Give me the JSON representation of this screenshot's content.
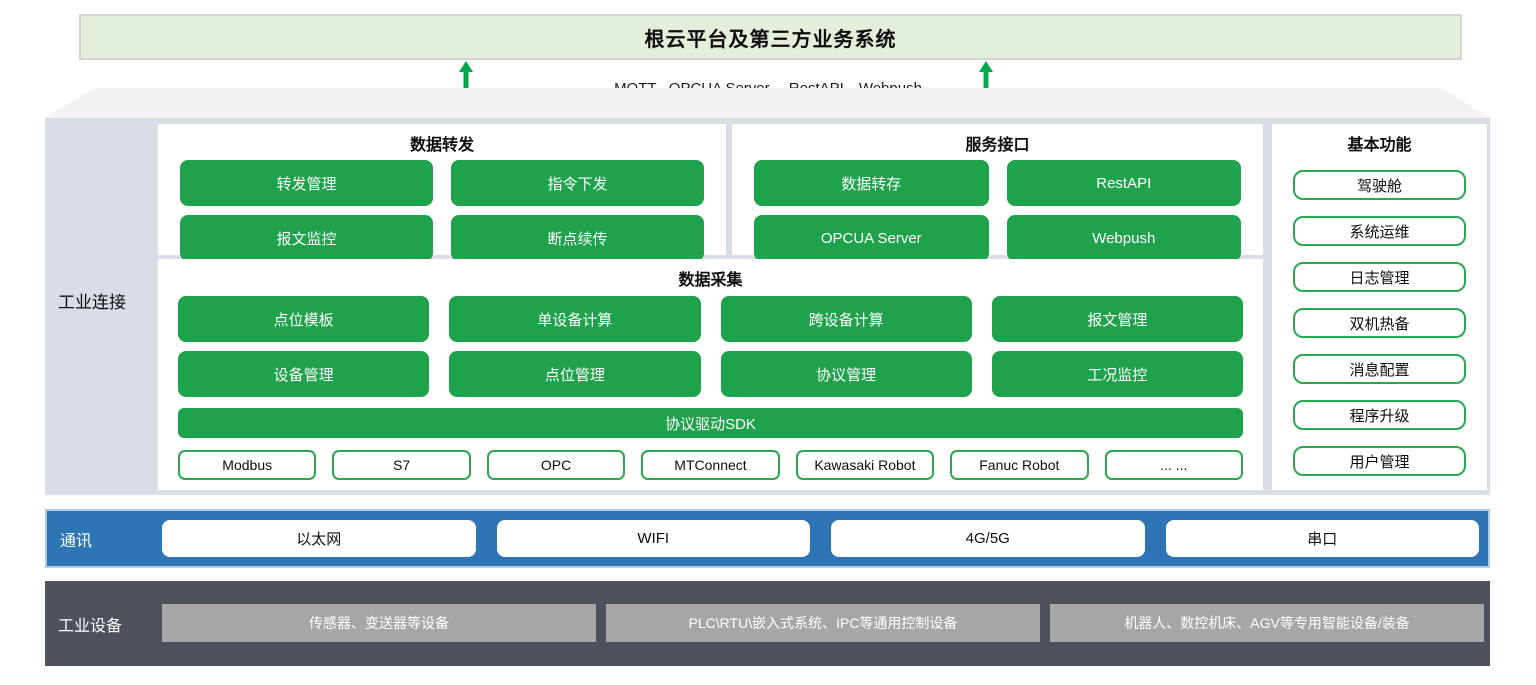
{
  "banner": {
    "title": "根云平台及第三方业务系统"
  },
  "north_interface": {
    "protocols_line": "MQTT , OPCUA Server， RestAPI、Webpush"
  },
  "colors": {
    "banner_bg": "#e3efda",
    "button_green": "#1fa24c",
    "outline_green": "#2aa84f",
    "arrow_green": "#00a94e",
    "comm_blue": "#2e75b6",
    "device_dark": "#4c515c",
    "device_box_gray": "#a6a6a6",
    "platform_gray": "#d8dde6"
  },
  "industrial_connection": {
    "label": "工业连接",
    "data_forward": {
      "title": "数据转发",
      "buttons": [
        "转发管理",
        "指令下发",
        "报文监控",
        "断点续传"
      ]
    },
    "service_interface": {
      "title": "服务接口",
      "buttons": [
        "数据转存",
        "RestAPI",
        "OPCUA Server",
        "Webpush"
      ]
    },
    "data_collection": {
      "title": "数据采集",
      "buttons": [
        "点位模板",
        "单设备计算",
        "跨设备计算",
        "报文管理",
        "设备管理",
        "点位管理",
        "协议管理",
        "工况监控"
      ],
      "sdk_bar": "协议驱动SDK",
      "protocols": [
        "Modbus",
        "S7",
        "OPC",
        "MTConnect",
        "Kawasaki Robot",
        "Fanuc Robot",
        "... ..."
      ]
    },
    "basic_functions": {
      "title": "基本功能",
      "buttons": [
        "驾驶舱",
        "系统运维",
        "日志管理",
        "双机热备",
        "消息配置",
        "程序升级",
        "用户管理"
      ]
    }
  },
  "communication": {
    "label": "通讯",
    "items": [
      "以太网",
      "WIFI",
      "4G/5G",
      "串口"
    ]
  },
  "industrial_devices": {
    "label": "工业设备",
    "items": [
      "传感器、变送器等设备",
      "PLC\\RTU\\嵌入式系统、IPC等通用控制设备",
      "机器人、数控机床、AGV等专用智能设备/装备"
    ]
  }
}
